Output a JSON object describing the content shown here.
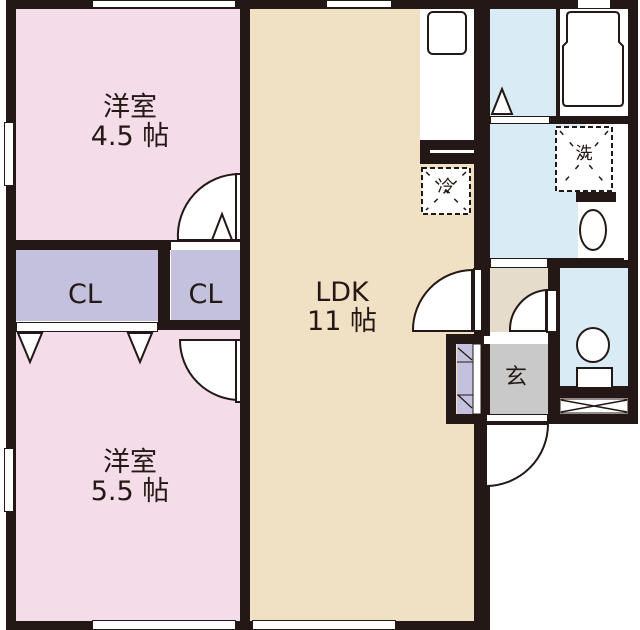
{
  "colors": {
    "wall": "#231815",
    "western_room": "#f4dde8",
    "closet": "#c3c1de",
    "ldk": "#f0e0c4",
    "wet_area": "#d9ebf5",
    "genkan": "#c9c9c9",
    "hall": "#e6dccb",
    "fixture": "#ffffff"
  },
  "rooms": [
    {
      "id": "western-room-1",
      "name": "洋室",
      "size": "4.5 帖"
    },
    {
      "id": "closet-1",
      "name": "CL"
    },
    {
      "id": "closet-2",
      "name": "CL"
    },
    {
      "id": "western-room-2",
      "name": "洋室",
      "size": "5.5 帖"
    },
    {
      "id": "ldk",
      "name": "LDK",
      "size": "11 帖"
    },
    {
      "id": "genkan",
      "name": "玄"
    }
  ],
  "fixtures": {
    "refrigerator": "冷",
    "washer": "洗"
  }
}
